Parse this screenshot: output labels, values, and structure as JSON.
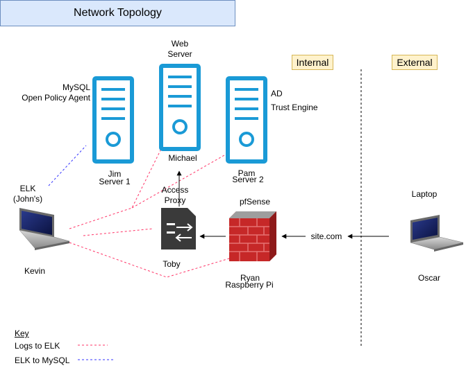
{
  "title": "Network Topology",
  "zones": {
    "internal": "Internal",
    "external": "External"
  },
  "servers": {
    "jim": {
      "name": "Jim",
      "role": "Server 1",
      "services": [
        "MySQL",
        "Open Policy Agent"
      ]
    },
    "web": {
      "header": [
        "Web",
        "Server"
      ],
      "name": "Michael"
    },
    "pam": {
      "name": "Pam",
      "role": "Server 2",
      "services": [
        "AD",
        "Trust Engine"
      ]
    }
  },
  "elk": {
    "lines": [
      "ELK",
      "(John's)"
    ],
    "user": "Kevin"
  },
  "proxy": {
    "lines": [
      "Access",
      "Proxy"
    ],
    "user": "Toby"
  },
  "firewall": {
    "label": "pfSense",
    "name": "Ryan",
    "device": "Raspberry Pi"
  },
  "site": "site.com",
  "laptop": {
    "label": "Laptop",
    "user": "Oscar"
  },
  "key": {
    "title": "Key",
    "items": [
      {
        "label": "Logs to ELK",
        "color": "#ff3366"
      },
      {
        "label": "ELK to MySQL",
        "color": "#3333ff"
      }
    ]
  },
  "colors": {
    "server": "#1a9ad6",
    "proxy": "#3a3a3a",
    "brick": "#c62828"
  }
}
